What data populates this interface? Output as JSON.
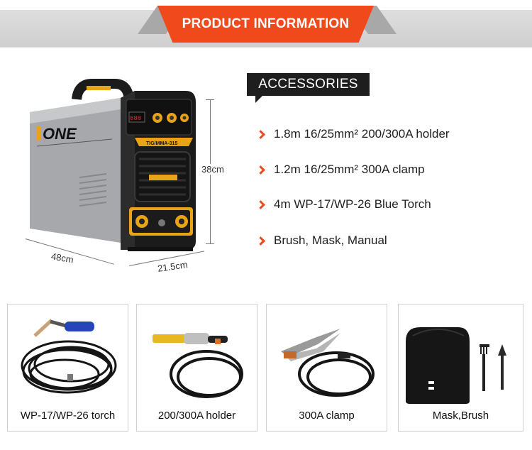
{
  "banner": {
    "title": "PRODUCT INFORMATION"
  },
  "accessories": {
    "heading": "ACCESSORIES",
    "items": [
      {
        "text": "1.8m 16/25mm² 200/300A holder"
      },
      {
        "text": "1.2m 16/25mm² 300A clamp"
      },
      {
        "text": "4m WP-17/WP-26 Blue Torch"
      },
      {
        "text": "Brush, Mask, Manual"
      }
    ]
  },
  "machine": {
    "brand": "ONE",
    "model": "TIG/MMA-315",
    "dimensions": {
      "height": "38cm",
      "length": "48cm",
      "width": "21.5cm"
    }
  },
  "products": [
    {
      "label": "WP-17/WP-26 torch"
    },
    {
      "label": "200/300A holder"
    },
    {
      "label": "300A clamp"
    },
    {
      "label": "Mask,Brush"
    }
  ],
  "colors": {
    "accent": "#f04a1c",
    "dark": "#1e1e1e",
    "gold": "#e8a317"
  }
}
